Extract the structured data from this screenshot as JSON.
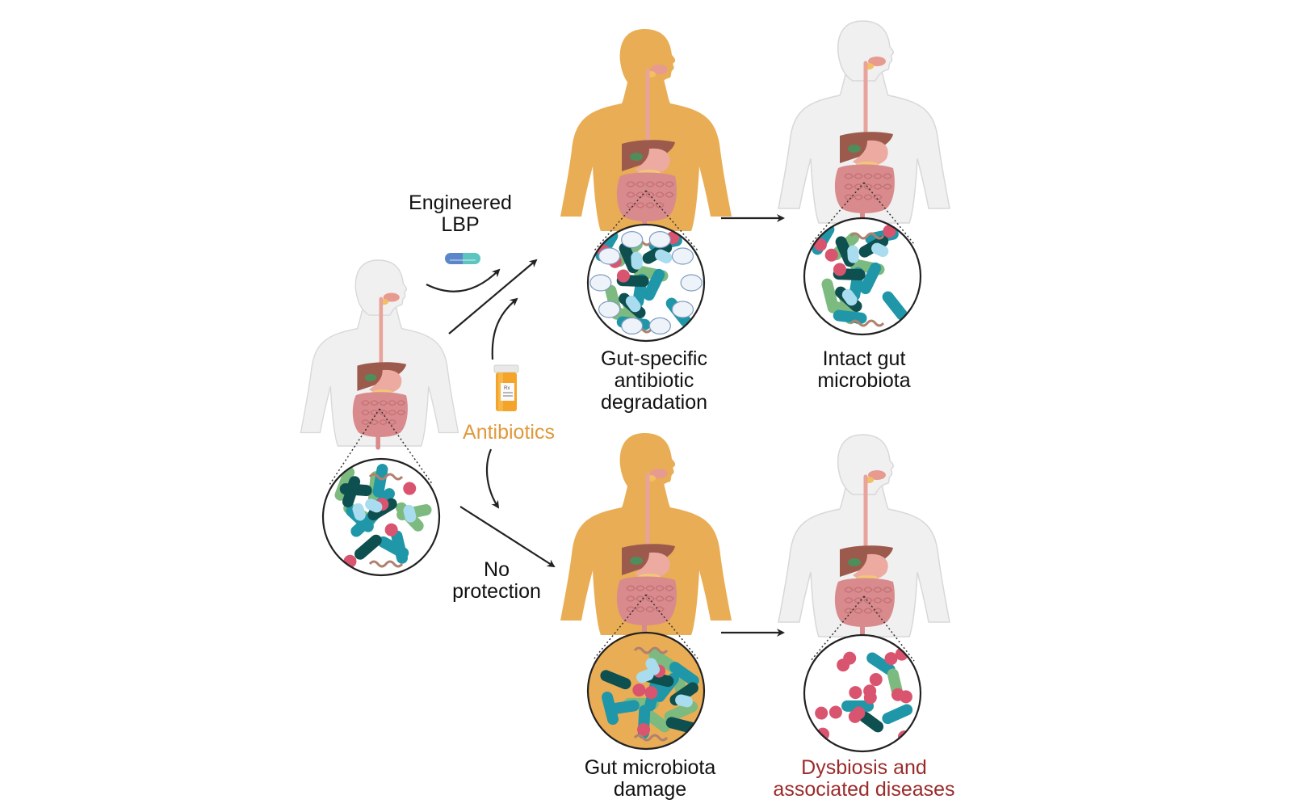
{
  "figure": {
    "title": "Engineered LBP protection of gut microbiota against antibiotics",
    "labels": {
      "engineered_lbp_line1": "Engineered",
      "engineered_lbp_line2": "LBP",
      "antibiotics": "Antibiotics",
      "no_protection_line1": "No",
      "no_protection_line2": "protection",
      "gut_specific_line1": "Gut-specific",
      "gut_specific_line2": "antibiotic",
      "gut_specific_line3": "degradation",
      "intact_line1": "Intact gut",
      "intact_line2": "microbiota",
      "damage_line1": "Gut microbiota",
      "damage_line2": "damage",
      "dysbiosis_line1": "Dysbiosis and",
      "dysbiosis_line2": "associated diseases"
    },
    "colors": {
      "antibiotic_body": "#e9ad55",
      "healthy_body": "#f0f0f0",
      "antibiotic_text": "#e0993d",
      "dysbiosis_text": "#9b2b2b",
      "capsule_left": "#5b86c9",
      "capsule_right": "#5cc5c0",
      "bacteria_dark": "#0e4f4f",
      "bacteria_teal": "#1f97a8",
      "bacteria_green": "#7dba7f",
      "bacteria_pink": "#d9546e",
      "bacteria_light_blue": "#a9dcef",
      "spiral_brown": "#b08070"
    },
    "panels": [
      {
        "id": "initial",
        "state": "baseline",
        "body": "healthy",
        "microbiota": "diverse"
      },
      {
        "id": "protected-exposed",
        "state": "antibiotic + LBP",
        "body": "antibiotic",
        "microbiota": "diverse-with-degraders"
      },
      {
        "id": "protected-outcome",
        "state": "intact",
        "body": "healthy",
        "microbiota": "diverse"
      },
      {
        "id": "unprotected-exposed",
        "state": "antibiotic only",
        "body": "antibiotic",
        "microbiota": "damaged"
      },
      {
        "id": "unprotected-outcome",
        "state": "dysbiosis",
        "body": "healthy",
        "microbiota": "depleted"
      }
    ]
  }
}
